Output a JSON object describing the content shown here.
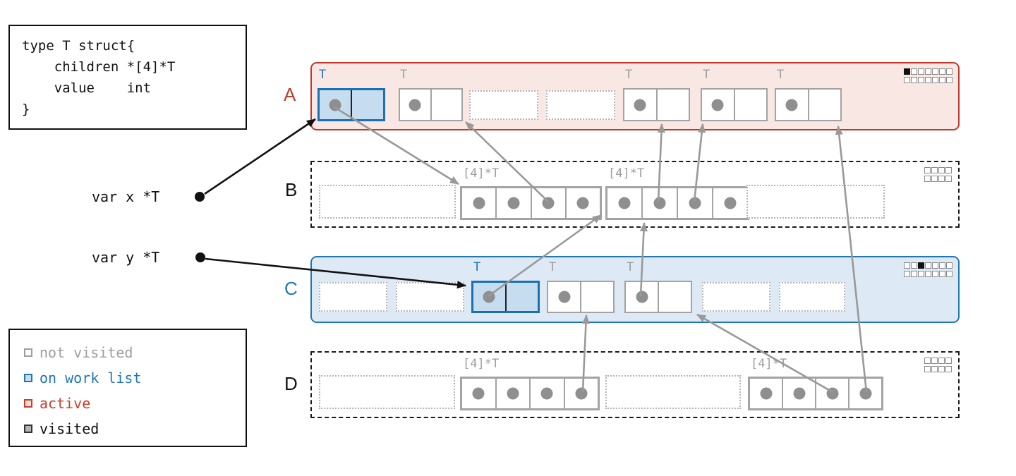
{
  "code_box": {
    "lines": [
      "type T struct{",
      "    children *[4]*T",
      "    value    int",
      "}"
    ]
  },
  "pointer_vars": [
    {
      "name": "var x *T",
      "points_to": "span-a-object-1"
    },
    {
      "name": "var y *T",
      "points_to": "span-c-object-1"
    }
  ],
  "spans": {
    "a": {
      "label": "A",
      "state": "active",
      "type_labels": [
        "T",
        "T",
        "T",
        "T",
        "T"
      ]
    },
    "b": {
      "label": "B",
      "state": "not visited",
      "type_labels": [
        "[4]*T",
        "[4]*T"
      ]
    },
    "c": {
      "label": "C",
      "state": "on work list",
      "type_labels": [
        "T",
        "T",
        "T"
      ]
    },
    "d": {
      "label": "D",
      "state": "not visited",
      "type_labels": [
        "[4]*T",
        "[4]*T"
      ]
    }
  },
  "bitmaps": {
    "a": [
      [
        1,
        0,
        0,
        0,
        0,
        0,
        0
      ],
      [
        0,
        0,
        0,
        0,
        0,
        0,
        0
      ]
    ],
    "b": [
      [
        0,
        0,
        0,
        0
      ],
      [
        0,
        0,
        0,
        0
      ]
    ],
    "c": [
      [
        0,
        0,
        1,
        0,
        0,
        0,
        0
      ],
      [
        0,
        0,
        0,
        0,
        0,
        0,
        0
      ]
    ],
    "d": [
      [
        0,
        0,
        0,
        0
      ],
      [
        0,
        0,
        0,
        0
      ]
    ]
  },
  "pointers": [
    {
      "from": "var-x",
      "to": "span-a-object-1",
      "color": "black"
    },
    {
      "from": "var-y",
      "to": "span-c-object-1",
      "color": "black"
    },
    {
      "from": "span-a-object-1",
      "to": "span-b-array-1",
      "color": "gray"
    },
    {
      "from": "span-b-array-1-cell-3",
      "to": "span-a-object-2",
      "color": "gray"
    },
    {
      "from": "span-b-array-2-cell-2",
      "to": "span-a-object-3",
      "color": "gray"
    },
    {
      "from": "span-b-array-2-cell-3",
      "to": "span-a-object-4",
      "color": "gray"
    },
    {
      "from": "span-c-object-1",
      "to": "span-b-array-2",
      "color": "gray"
    },
    {
      "from": "span-c-object-3",
      "to": "span-b-array-2",
      "color": "gray"
    },
    {
      "from": "span-d-array-1-cell-4",
      "to": "span-c-object-2",
      "color": "gray"
    },
    {
      "from": "span-d-array-2-cell-3",
      "to": "span-c-object-3",
      "color": "gray"
    },
    {
      "from": "span-d-array-2-cell-4",
      "to": "span-a-object-5",
      "color": "gray"
    }
  ],
  "legend": {
    "items": [
      {
        "label": "not visited",
        "text_color": "#9e9e9e",
        "swatch_border": "#9e9e9e",
        "swatch_fill": "#ffffff"
      },
      {
        "label": "on work list",
        "text_color": "#2077b4",
        "swatch_border": "#2077b4",
        "swatch_fill": "#c6ddef"
      },
      {
        "label": "active",
        "text_color": "#c7402b",
        "swatch_border": "#c7402b",
        "swatch_fill": "#f6dbd5"
      },
      {
        "label": "visited",
        "text_color": "#111111",
        "swatch_border": "#333333",
        "swatch_fill": "#b5b5b5"
      }
    ]
  },
  "colors": {
    "active_red": "#c0392b",
    "worklist_blue": "#2077b4",
    "gray": "#a3a3a3",
    "arrow_gray": "#999999"
  }
}
